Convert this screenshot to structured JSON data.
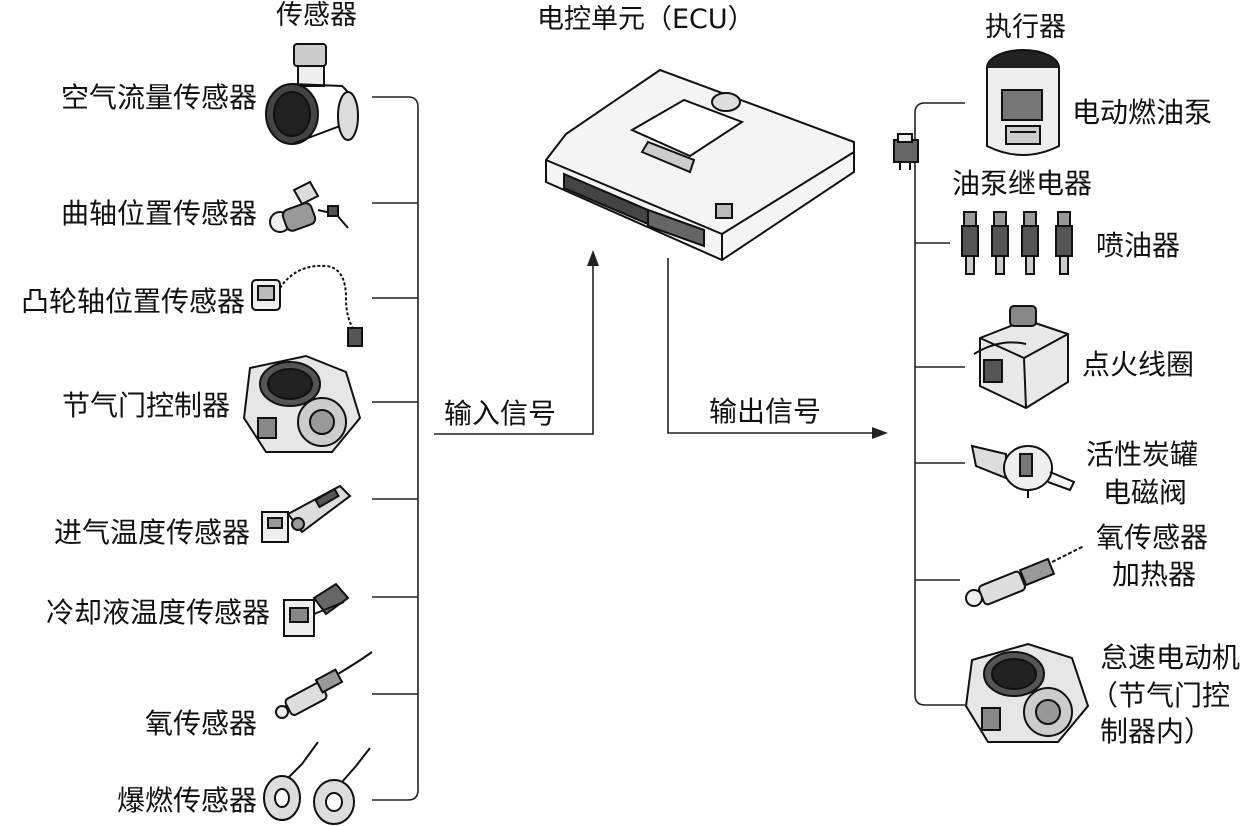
{
  "headers": {
    "sensors": "传感器",
    "ecu": "电控单元（ECU）",
    "actuators": "执行器"
  },
  "signals": {
    "input": "输入信号",
    "output": "输出信号"
  },
  "sensors": [
    "空气流量传感器",
    "曲轴位置传感器",
    "凸轮轴位置传感器",
    "节气门控制器",
    "进气温度传感器",
    "冷却液温度传感器",
    "氧传感器",
    "爆燃传感器"
  ],
  "actuators": {
    "fuel_pump": "电动燃油泵",
    "pump_relay": "油泵继电器",
    "injector": "喷油器",
    "ignition_coil": "点火线圈",
    "canister_l1": "活性炭罐",
    "canister_l2": "电磁阀",
    "o2heater_l1": "氧传感器",
    "o2heater_l2": "加热器",
    "idle_l1": "怠速电动机",
    "idle_l2": "（节气门控",
    "idle_l3": "制器内）"
  }
}
